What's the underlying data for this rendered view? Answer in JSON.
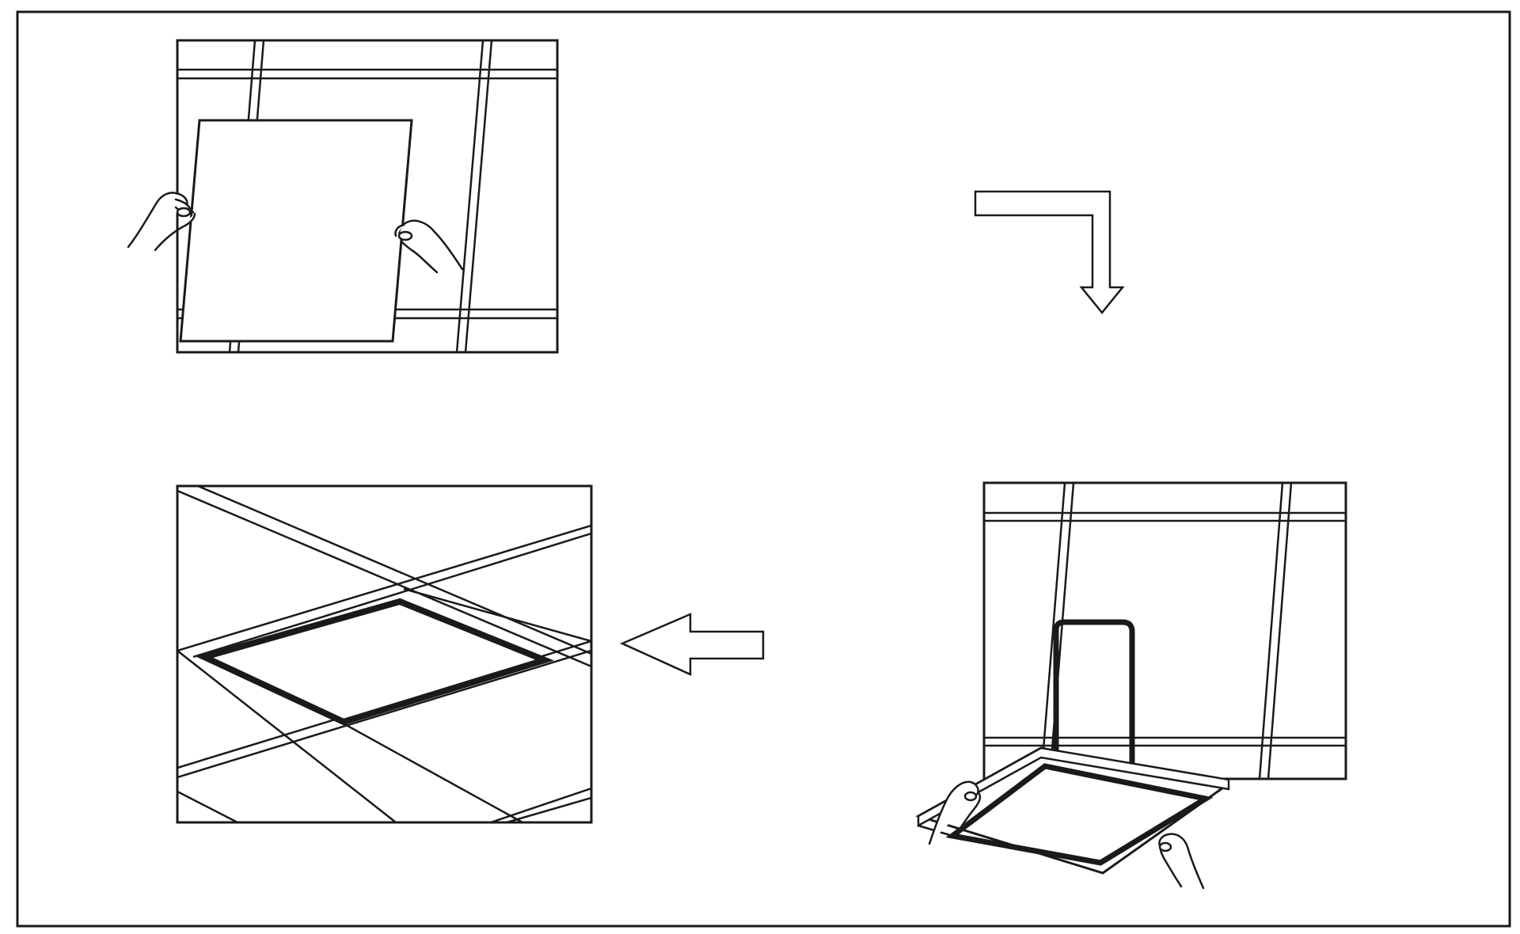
{
  "diagram": {
    "steps": [
      {
        "id": "remove-ceiling-tile"
      },
      {
        "id": "insert-panel"
      },
      {
        "id": "panel-installed"
      }
    ],
    "arrows": [
      {
        "id": "step1-to-step2",
        "direction": "right-then-down"
      },
      {
        "id": "step2-to-step3",
        "direction": "left"
      }
    ]
  },
  "colors": {
    "ink": "#1a1a1a",
    "paper": "#ffffff"
  }
}
